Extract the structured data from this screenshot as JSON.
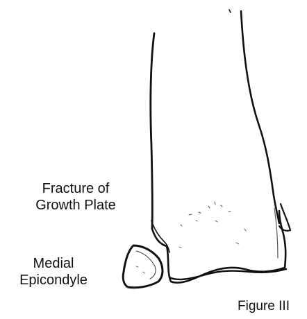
{
  "labels": {
    "growth_plate_line1": "Fracture of",
    "growth_plate_line2": "Growth Plate",
    "medial_line1": "Medial",
    "medial_line2": "Epicondyle"
  },
  "caption": "Figure III",
  "colors": {
    "ink": "#111111",
    "background": "#ffffff"
  }
}
